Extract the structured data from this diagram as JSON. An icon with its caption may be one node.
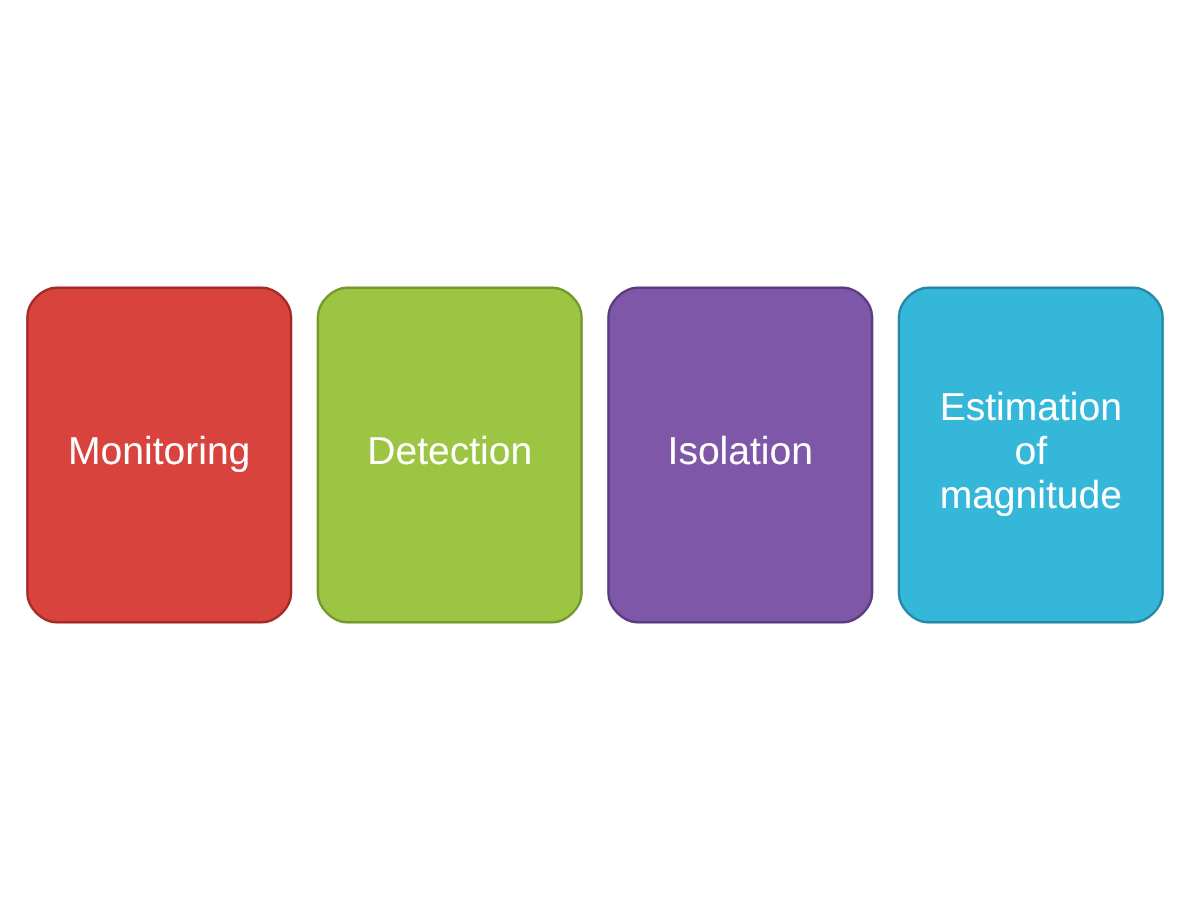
{
  "diagram": {
    "nodes": [
      {
        "text": [
          "Monitoring"
        ]
      },
      {
        "text": [
          "Detection"
        ]
      },
      {
        "text": [
          "Isolation"
        ]
      },
      {
        "text": [
          "Estimation of magnitude"
        ]
      }
    ]
  }
}
